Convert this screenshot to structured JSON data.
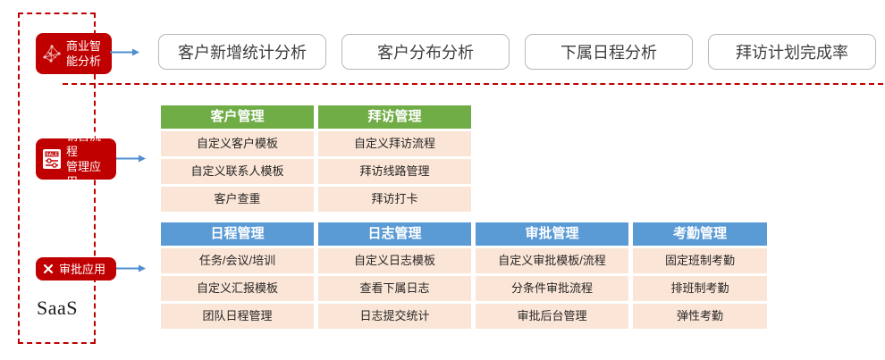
{
  "diagram": {
    "container_label": "SaaS",
    "accent_red": "#c00000",
    "green": "#70ad47",
    "blue": "#5b9bd5",
    "item_bg": "#fbe5d6",
    "badges": [
      {
        "id": "bi",
        "label": "商业智\n能分析",
        "icon": "network-graph-icon"
      },
      {
        "id": "sales",
        "label": "销售流程\n管理应用",
        "icon": "sale-tag-icon"
      },
      {
        "id": "approval",
        "label": "审批应用",
        "icon": "cross-check-icon"
      }
    ],
    "tabs": [
      {
        "label": "客户新增统计分析"
      },
      {
        "label": "客户分布分析"
      },
      {
        "label": "下属日程分析"
      },
      {
        "label": "拜访计划完成率"
      }
    ],
    "green_cards": [
      {
        "title": "客户管理",
        "items": [
          "自定义客户模板",
          "自定义联系人模板",
          "客户查重"
        ]
      },
      {
        "title": "拜访管理",
        "items": [
          "自定义拜访流程",
          "拜访线路管理",
          "拜访打卡"
        ]
      }
    ],
    "blue_cards": [
      {
        "title": "日程管理",
        "items": [
          "任务/会议/培训",
          "自定义汇报模板",
          "团队日程管理"
        ]
      },
      {
        "title": "日志管理",
        "items": [
          "自定义日志模板",
          "查看下属日志",
          "日志提交统计"
        ]
      },
      {
        "title": "审批管理",
        "items": [
          "自定义审批模板/流程",
          "分条件审批流程",
          "审批后台管理"
        ]
      },
      {
        "title": "考勤管理",
        "items": [
          "固定班制考勤",
          "排班制考勤",
          "弹性考勤"
        ]
      }
    ]
  }
}
